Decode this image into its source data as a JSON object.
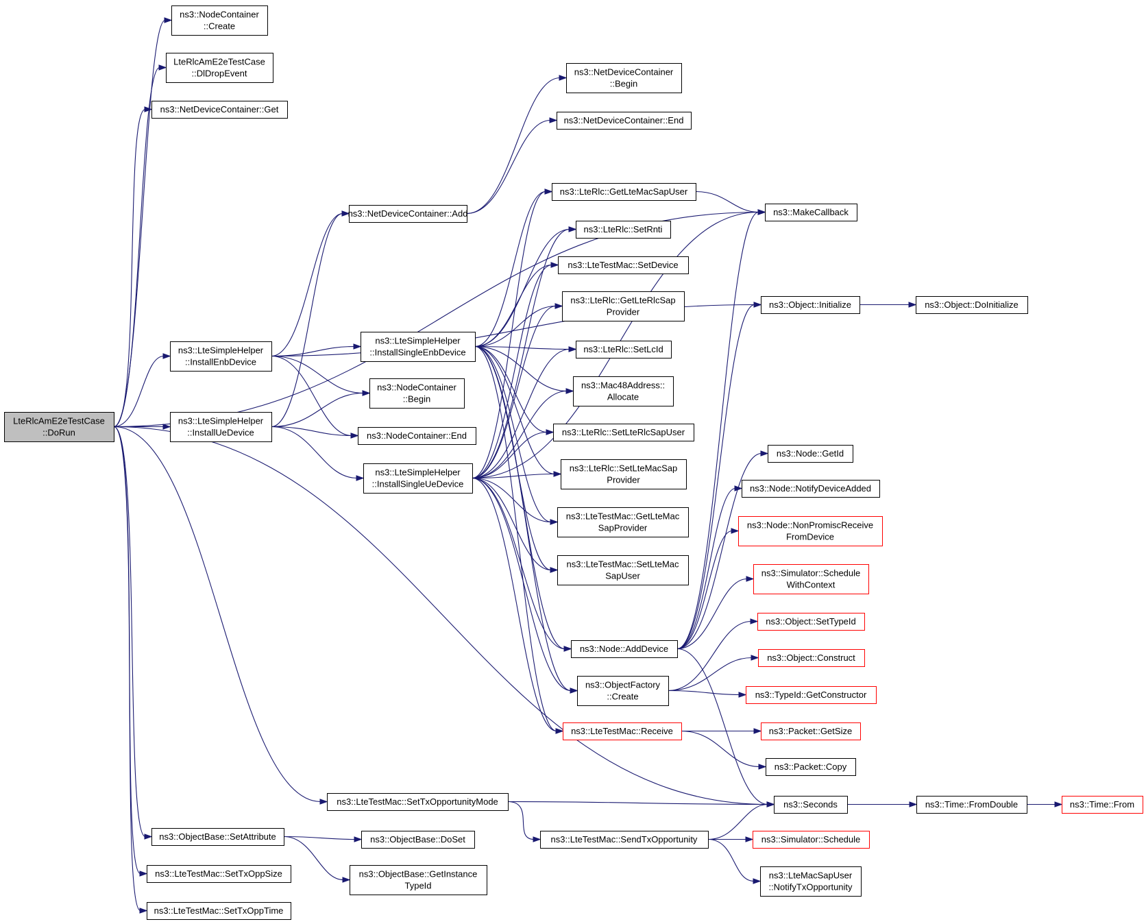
{
  "graph": {
    "root": "n0",
    "nodes": [
      {
        "id": "n0",
        "lines": [
          "LteRlcAmE2eTestCase",
          "::DoRun"
        ],
        "style": "root"
      },
      {
        "id": "n1",
        "lines": [
          "ns3::NodeContainer",
          "::Create"
        ]
      },
      {
        "id": "n2",
        "lines": [
          "LteRlcAmE2eTestCase",
          "::DlDropEvent"
        ]
      },
      {
        "id": "n3",
        "lines": [
          "ns3::NetDeviceContainer::Get"
        ]
      },
      {
        "id": "n4",
        "lines": [
          "ns3::LteSimpleHelper",
          "::InstallEnbDevice"
        ]
      },
      {
        "id": "n5",
        "lines": [
          "ns3::LteSimpleHelper",
          "::InstallUeDevice"
        ]
      },
      {
        "id": "n6",
        "lines": [
          "ns3::NetDeviceContainer::Add"
        ]
      },
      {
        "id": "n7",
        "lines": [
          "ns3::LteSimpleHelper",
          "::InstallSingleEnbDevice"
        ]
      },
      {
        "id": "n8",
        "lines": [
          "ns3::NodeContainer",
          "::Begin"
        ]
      },
      {
        "id": "n9",
        "lines": [
          "ns3::NodeContainer::End"
        ]
      },
      {
        "id": "n10",
        "lines": [
          "ns3::LteSimpleHelper",
          "::InstallSingleUeDevice"
        ]
      },
      {
        "id": "n11",
        "lines": [
          "ns3::NetDeviceContainer",
          "::Begin"
        ]
      },
      {
        "id": "n12",
        "lines": [
          "ns3::NetDeviceContainer::End"
        ]
      },
      {
        "id": "n13",
        "lines": [
          "ns3::LteRlc::GetLteMacSapUser"
        ]
      },
      {
        "id": "n14",
        "lines": [
          "ns3::LteRlc::SetRnti"
        ]
      },
      {
        "id": "n15",
        "lines": [
          "ns3::LteTestMac::SetDevice"
        ]
      },
      {
        "id": "n16",
        "lines": [
          "ns3::LteRlc::GetLteRlcSap",
          "Provider"
        ]
      },
      {
        "id": "n17",
        "lines": [
          "ns3::LteRlc::SetLcId"
        ]
      },
      {
        "id": "n18",
        "lines": [
          "ns3::Mac48Address::",
          "Allocate"
        ]
      },
      {
        "id": "n19",
        "lines": [
          "ns3::LteRlc::SetLteRlcSapUser"
        ]
      },
      {
        "id": "n20",
        "lines": [
          "ns3::LteRlc::SetLteMacSap",
          "Provider"
        ]
      },
      {
        "id": "n21",
        "lines": [
          "ns3::LteTestMac::GetLteMac",
          "SapProvider"
        ]
      },
      {
        "id": "n22",
        "lines": [
          "ns3::LteTestMac::SetLteMac",
          "SapUser"
        ]
      },
      {
        "id": "n23",
        "lines": [
          "ns3::Node::AddDevice"
        ]
      },
      {
        "id": "n24",
        "lines": [
          "ns3::ObjectFactory",
          "::Create"
        ]
      },
      {
        "id": "n25",
        "lines": [
          "ns3::LteTestMac::Receive"
        ],
        "style": "red"
      },
      {
        "id": "n26",
        "lines": [
          "ns3::MakeCallback"
        ]
      },
      {
        "id": "n27",
        "lines": [
          "ns3::Object::Initialize"
        ]
      },
      {
        "id": "n28",
        "lines": [
          "ns3::Object::DoInitialize"
        ]
      },
      {
        "id": "n29",
        "lines": [
          "ns3::Node::GetId"
        ]
      },
      {
        "id": "n30",
        "lines": [
          "ns3::Node::NotifyDeviceAdded"
        ]
      },
      {
        "id": "n31",
        "lines": [
          "ns3::Node::NonPromiscReceive",
          "FromDevice"
        ],
        "style": "red"
      },
      {
        "id": "n32",
        "lines": [
          "ns3::Simulator::Schedule",
          "WithContext"
        ],
        "style": "red"
      },
      {
        "id": "n33",
        "lines": [
          "ns3::Object::SetTypeId"
        ],
        "style": "red"
      },
      {
        "id": "n34",
        "lines": [
          "ns3::Object::Construct"
        ],
        "style": "red"
      },
      {
        "id": "n35",
        "lines": [
          "ns3::TypeId::GetConstructor"
        ],
        "style": "red"
      },
      {
        "id": "n36",
        "lines": [
          "ns3::Packet::GetSize"
        ],
        "style": "red"
      },
      {
        "id": "n37",
        "lines": [
          "ns3::Packet::Copy"
        ]
      },
      {
        "id": "n38",
        "lines": [
          "ns3::Seconds"
        ]
      },
      {
        "id": "n39",
        "lines": [
          "ns3::Time::FromDouble"
        ]
      },
      {
        "id": "n40",
        "lines": [
          "ns3::Time::From"
        ],
        "style": "red"
      },
      {
        "id": "n41",
        "lines": [
          "ns3::LteTestMac::SetTxOpportunityMode"
        ]
      },
      {
        "id": "n42",
        "lines": [
          "ns3::LteTestMac::SendTxOpportunity"
        ]
      },
      {
        "id": "n43",
        "lines": [
          "ns3::Simulator::Schedule"
        ],
        "style": "red"
      },
      {
        "id": "n44",
        "lines": [
          "ns3::LteMacSapUser",
          "::NotifyTxOpportunity"
        ]
      },
      {
        "id": "n45",
        "lines": [
          "ns3::ObjectBase::SetAttribute"
        ]
      },
      {
        "id": "n46",
        "lines": [
          "ns3::ObjectBase::DoSet"
        ]
      },
      {
        "id": "n47",
        "lines": [
          "ns3::ObjectBase::GetInstance",
          "TypeId"
        ]
      },
      {
        "id": "n48",
        "lines": [
          "ns3::LteTestMac::SetTxOppSize"
        ]
      },
      {
        "id": "n49",
        "lines": [
          "ns3::LteTestMac::SetTxOppTime"
        ]
      }
    ],
    "edges": [
      [
        "n0",
        "n1"
      ],
      [
        "n0",
        "n2"
      ],
      [
        "n0",
        "n3"
      ],
      [
        "n0",
        "n4"
      ],
      [
        "n0",
        "n5"
      ],
      [
        "n0",
        "n26"
      ],
      [
        "n0",
        "n38"
      ],
      [
        "n0",
        "n41"
      ],
      [
        "n0",
        "n45"
      ],
      [
        "n0",
        "n48"
      ],
      [
        "n0",
        "n49"
      ],
      [
        "n4",
        "n6"
      ],
      [
        "n4",
        "n7"
      ],
      [
        "n4",
        "n8"
      ],
      [
        "n4",
        "n9"
      ],
      [
        "n4",
        "n27"
      ],
      [
        "n5",
        "n6"
      ],
      [
        "n5",
        "n8"
      ],
      [
        "n5",
        "n9"
      ],
      [
        "n5",
        "n10"
      ],
      [
        "n6",
        "n11"
      ],
      [
        "n6",
        "n12"
      ],
      [
        "n7",
        "n13"
      ],
      [
        "n7",
        "n14"
      ],
      [
        "n7",
        "n15"
      ],
      [
        "n7",
        "n16"
      ],
      [
        "n7",
        "n17"
      ],
      [
        "n7",
        "n18"
      ],
      [
        "n7",
        "n19"
      ],
      [
        "n7",
        "n20"
      ],
      [
        "n7",
        "n21"
      ],
      [
        "n7",
        "n22"
      ],
      [
        "n7",
        "n23"
      ],
      [
        "n7",
        "n24"
      ],
      [
        "n7",
        "n25"
      ],
      [
        "n10",
        "n13"
      ],
      [
        "n10",
        "n14"
      ],
      [
        "n10",
        "n15"
      ],
      [
        "n10",
        "n16"
      ],
      [
        "n10",
        "n17"
      ],
      [
        "n10",
        "n18"
      ],
      [
        "n10",
        "n19"
      ],
      [
        "n10",
        "n20"
      ],
      [
        "n10",
        "n21"
      ],
      [
        "n10",
        "n22"
      ],
      [
        "n10",
        "n23"
      ],
      [
        "n10",
        "n24"
      ],
      [
        "n10",
        "n25"
      ],
      [
        "n10",
        "n26"
      ],
      [
        "n13",
        "n26"
      ],
      [
        "n23",
        "n26"
      ],
      [
        "n23",
        "n27"
      ],
      [
        "n23",
        "n29"
      ],
      [
        "n23",
        "n30"
      ],
      [
        "n23",
        "n31"
      ],
      [
        "n23",
        "n32"
      ],
      [
        "n23",
        "n38"
      ],
      [
        "n24",
        "n33"
      ],
      [
        "n24",
        "n34"
      ],
      [
        "n24",
        "n35"
      ],
      [
        "n25",
        "n36"
      ],
      [
        "n25",
        "n37"
      ],
      [
        "n27",
        "n28"
      ],
      [
        "n38",
        "n39"
      ],
      [
        "n39",
        "n40"
      ],
      [
        "n41",
        "n38"
      ],
      [
        "n41",
        "n42"
      ],
      [
        "n42",
        "n38"
      ],
      [
        "n42",
        "n43"
      ],
      [
        "n42",
        "n44"
      ],
      [
        "n45",
        "n46"
      ],
      [
        "n45",
        "n47"
      ]
    ]
  }
}
